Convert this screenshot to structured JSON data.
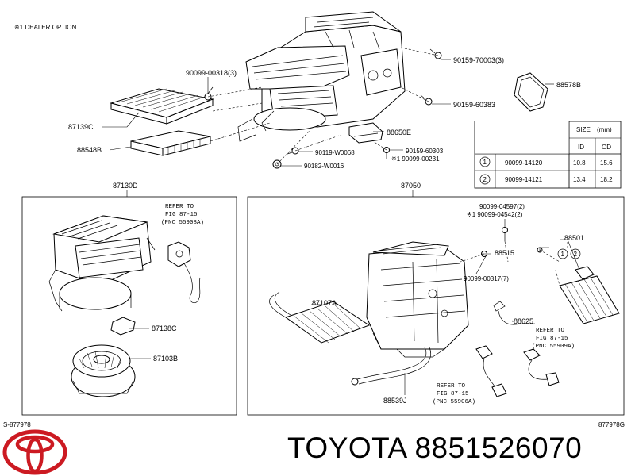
{
  "diagram": {
    "note": "※1 DEALER OPTION",
    "labels": {
      "p90099_00318": "90099-00318(3)",
      "p90159_70003": "90159-70003(3)",
      "p88578B": "88578B",
      "p90159_60383": "90159-60383",
      "p87139C": "87139C",
      "p88650E": "88650E",
      "p88548B": "88548B",
      "p90119_W0068": "90119-W0068",
      "p90159_60303": "90159-60303",
      "p90099_00231": "※1 90099-00231",
      "p90182_W0016": "90182-W0016",
      "p87130D": "87130D",
      "p87050": "87050",
      "p90099_04597": "90099-04597(2)",
      "p90099_04542": "※1 90099-04542(2)",
      "p88501": "88501",
      "p88515": "88515",
      "p90099_00317": "90099-00317(7)",
      "p87138C": "87138C",
      "p87103B": "87103B",
      "p87107A": "87107A",
      "p88625": "88625",
      "p88539J": "88539J"
    },
    "refs": {
      "r1": [
        "REFER TO",
        "FIG 87-15",
        "(PNC 55908A)"
      ],
      "r2": [
        "REFER TO",
        "FIG 87-15",
        "(PNC 55909A)"
      ],
      "r3": [
        "REFER TO",
        "FIG 87-15",
        "(PNC 55906A)"
      ]
    },
    "size_table": {
      "title": "SIZE",
      "unit": "(mm)",
      "headers": [
        "ID",
        "OD"
      ],
      "rows": [
        {
          "no": "1",
          "part": "90099-14120",
          "id": "10.8",
          "od": "15.6"
        },
        {
          "no": "2",
          "part": "90099-14121",
          "id": "13.4",
          "od": "18.2"
        }
      ]
    },
    "bubbles": [
      "1",
      "2"
    ],
    "codes": {
      "left": "S-877978",
      "right": "877978G"
    }
  },
  "brand": {
    "name": "TOYOTA",
    "part_number": "8851526070"
  },
  "colors": {
    "logo": "#cc1a22",
    "ink": "#000000"
  }
}
